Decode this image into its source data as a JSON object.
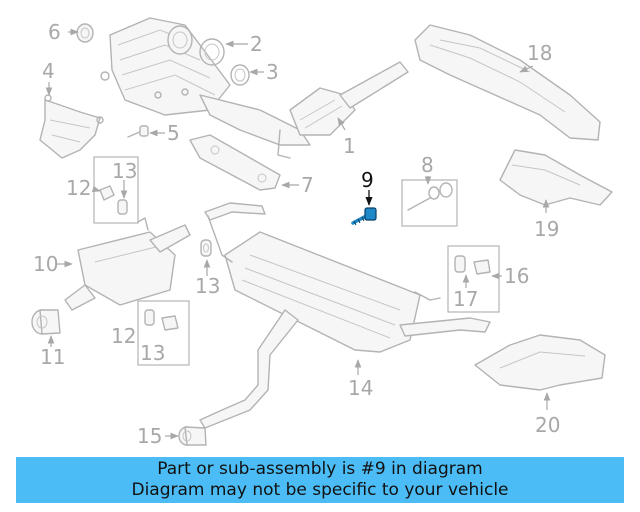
{
  "callouts": {
    "c1": "1",
    "c2": "2",
    "c3": "3",
    "c4": "4",
    "c5": "5",
    "c6": "6",
    "c7": "7",
    "c8": "8",
    "c9": "9",
    "c10": "10",
    "c11": "11",
    "c12a": "12",
    "c12b": "12",
    "c13a": "13",
    "c13b": "13",
    "c13c": "13",
    "c14": "14",
    "c15": "15",
    "c16": "16",
    "c17": "17",
    "c18": "18",
    "c19": "19",
    "c20": "20"
  },
  "highlight": {
    "part": "9",
    "color": "#1e88c8"
  },
  "banner": {
    "line1": "Part or sub-assembly is #9 in diagram",
    "line2": "Diagram may not be specific to your vehicle",
    "background": "#4bbcf5"
  }
}
